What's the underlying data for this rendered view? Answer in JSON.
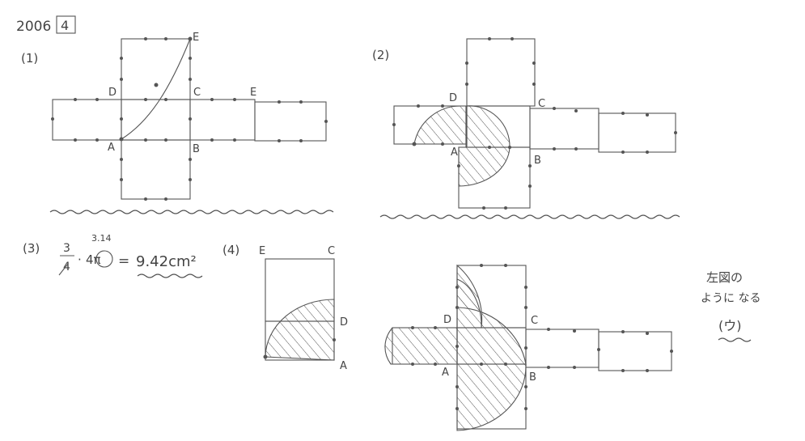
{
  "header": {
    "year": "2006",
    "problem_number": "4"
  },
  "part1": {
    "label": "(1)",
    "vertices": {
      "A": "A",
      "B": "B",
      "C": "C",
      "D": "D",
      "E_top": "E",
      "E_right": "E"
    }
  },
  "part2": {
    "label": "(2)",
    "vertices": {
      "A": "A",
      "B": "B",
      "C": "C",
      "D": "D"
    }
  },
  "part3": {
    "label": "(3)",
    "fraction_num": "3",
    "fraction_den": "4",
    "dot_op": "·",
    "pi_term": "4π",
    "pi_approx": "3.14",
    "equals": "=",
    "answer": "9.42cm²"
  },
  "part4": {
    "label": "(4)",
    "vertices": {
      "E": "E",
      "C": "C",
      "D": "D",
      "A": "A"
    },
    "vertices_net": {
      "A": "A",
      "B": "B",
      "C": "C",
      "D": "D"
    },
    "note_line1": "左図の",
    "note_line2": "ように なる",
    "answer": "(ウ)"
  }
}
